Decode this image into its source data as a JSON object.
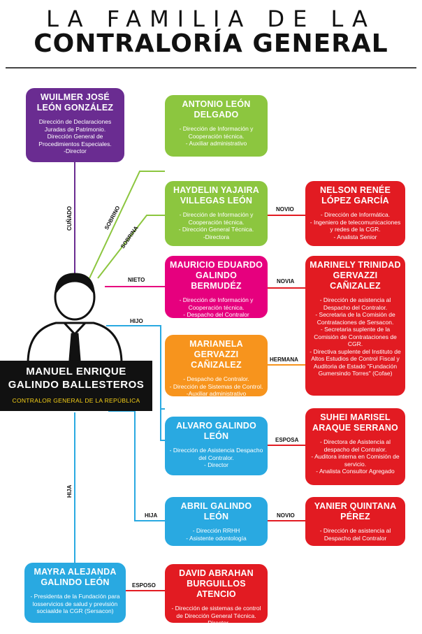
{
  "header": {
    "line1": "LA FAMILIA DE LA",
    "line2": "CONTRALORÍA GENERAL"
  },
  "main_person": {
    "name_line1": "MANUEL ENRIQUE",
    "name_line2": "GALINDO BALLESTEROS",
    "role": "CONTRALOR GENERAL DE LA REPÚBLICA"
  },
  "people": {
    "wuilmer": {
      "name": "WUILMER JOSÉ LEÓN GONZÁLEZ",
      "lines": [
        "Dirección de Declaraciones Juradas de Patrimonio.",
        "Dirección General de Procedimientos Especiales.",
        "-Director"
      ]
    },
    "antonio": {
      "name": "ANTONIO LEÓN DELGADO",
      "lines": [
        "Dirección de Información y Cooperación técnica.",
        "Auxiliar administrativo"
      ]
    },
    "haydelin": {
      "name": "HAYDELIN YAJAIRA VILLEGAS LEÓN",
      "lines": [
        "Dirección de Información y Cooperación técnica.",
        "Dirección General Técnica.",
        "-Directora"
      ]
    },
    "nelson": {
      "name": "NELSON RENÉE LÓPEZ GARCÍA",
      "lines": [
        "Dirección de Informática.",
        "Ingeniero de telecomunicaciones y redes de la CGR.",
        "Analista Senior"
      ]
    },
    "mauricio": {
      "name": "MAURICIO EDUARDO GALINDO BERMUDÉZ",
      "lines": [
        "Dirección de Información y Cooperación técnica.",
        "Despacho del Contralor"
      ]
    },
    "marinely": {
      "name": "MARINELY TRINIDAD GERVAZZI CAÑIZALEZ",
      "lines": [
        "Dirección de asistencia al Despacho del Contralor.",
        "Secretaria de la Comisión de Contrataciones de Sersacon.",
        "Secretaria suplente de la Comisión de Contrataciones de CGR.",
        "Directiva suplente del Instituto de Altos Estudios de Control Fiscal y Auditoria de Estado \"Fundación Gumersindo Torres\" (Cofae)"
      ]
    },
    "marianela": {
      "name": "MARIANELA GERVAZZI CAÑIZALEZ",
      "lines": [
        "Despacho de Contralor.",
        "Dirección de Sistemas de Control.",
        "-Auxiliar administrativo"
      ]
    },
    "alvaro": {
      "name": "ALVARO GALINDO LEÓN",
      "lines": [
        "Dirección de Asistencia Despacho del Contralor.",
        "Director"
      ]
    },
    "suhei": {
      "name": "SUHEI MARISEL ARAQUE SERRANO",
      "lines": [
        "Directora de Asistencia al despacho del Contralor.",
        "Auditora interna en Comisión de servicio.",
        "Analista Consultor Agregado"
      ]
    },
    "abril": {
      "name": "ABRIL GALINDO LEÓN",
      "lines": [
        "Dirección RRHH",
        "Asistente odontología"
      ]
    },
    "yanier": {
      "name": "YANIER QUINTANA PÉREZ",
      "lines": [
        "Dirección de asistencia al Despacho del Contralor"
      ]
    },
    "mayra": {
      "name": "MAYRA ALEJANDA GALINDO LEÓN",
      "lines": [
        "Presidenta de la Fundación para losservicios de salud y previsión sociaalde la CGR (Sersacon)"
      ]
    },
    "david": {
      "name": "DAVID ABRAHAN BURGUILLOS ATENCIO",
      "lines": [
        "Dirección de sistemas de control de Dirección General Técnica.",
        "Director"
      ]
    }
  },
  "relations": {
    "cunado": "CUÑADO",
    "sobrino": "SOBRINO",
    "sobrina": "SOBRINA",
    "novio1": "NOVIO",
    "nieto": "NIETO",
    "novia": "NOVIA",
    "hijo": "HIJO",
    "hermana": "HERMANA",
    "esposa": "ESPOSA",
    "hija1": "HIJA",
    "novio2": "NOVIO",
    "hija2": "HIJA",
    "esposo": "ESPOSO"
  },
  "colors": {
    "purple": "#6a2c91",
    "green": "#8cc63f",
    "magenta": "#e6007e",
    "orange": "#f7941d",
    "red": "#e21b22",
    "blue": "#29a9e1",
    "dark": "#111111",
    "gold": "#f7d117"
  },
  "icons": {
    "main_avatar": "man-in-suit-icon"
  }
}
